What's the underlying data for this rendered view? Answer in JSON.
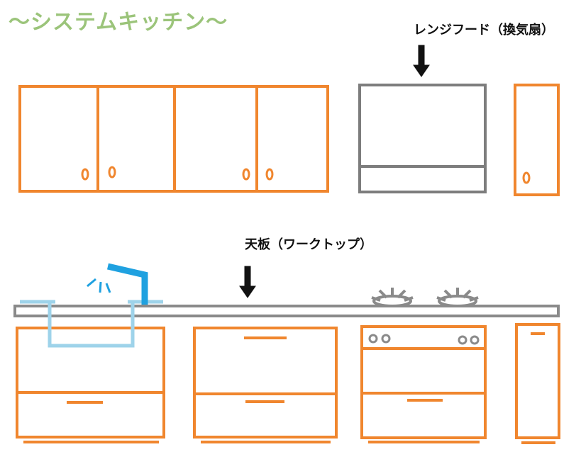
{
  "title": "〜システムキッチン〜",
  "labels": {
    "range_hood": "レンジフード（換気扇）",
    "countertop": "天板（ワークトップ）"
  },
  "colors": {
    "title": "#9bc47a",
    "cabinet": "#f0862e",
    "hood": "#7d7d7d",
    "countertop": "#8a8a8a",
    "sink": "#9ed3ea",
    "faucet": "#1fa1e0",
    "stove": "#8a8a8a",
    "arrow": "#111111"
  }
}
